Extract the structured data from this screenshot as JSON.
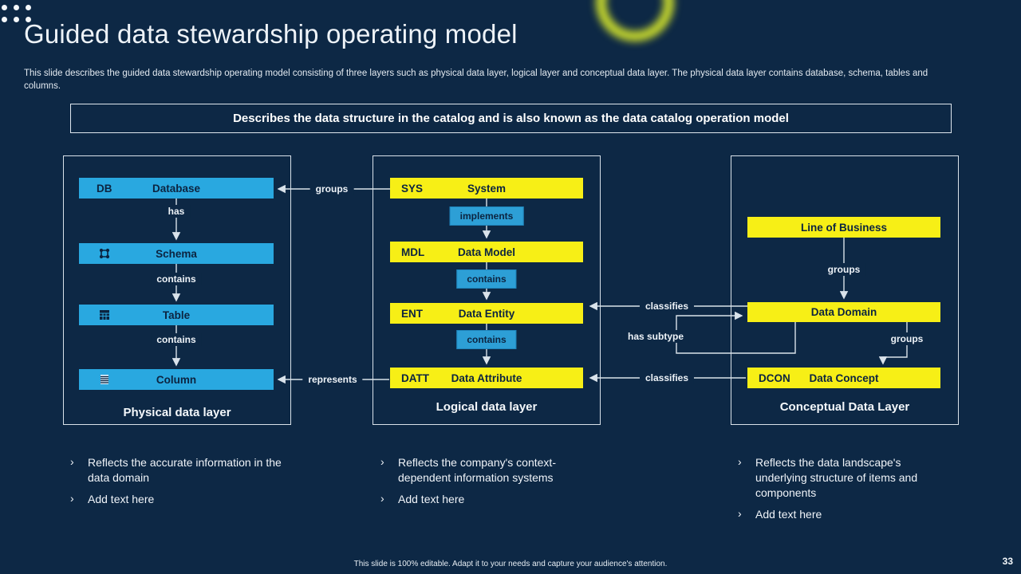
{
  "header": {
    "title": "Guided data stewardship operating model",
    "description": "This slide describes the guided data stewardship operating model consisting of three layers such as physical data layer, logical layer and conceptual data layer. The physical data layer contains database, schema, tables and columns."
  },
  "banner": {
    "text": "Describes the data structure in the catalog and is also known as the data catalog operation model"
  },
  "bullet_marker": "›",
  "panels": [
    {
      "caption": "Physical data layer",
      "boxes": [
        {
          "abbr": "DB",
          "name": "Database"
        },
        {
          "icon": "schema-icon",
          "name": "Schema"
        },
        {
          "icon": "table-icon",
          "name": "Table"
        },
        {
          "icon": "column-icon",
          "name": "Column"
        }
      ],
      "edges": [
        "has",
        "contains",
        "contains"
      ],
      "bullets": [
        "Reflects the accurate information in the data domain",
        "Add text here"
      ]
    },
    {
      "caption": "Logical data layer",
      "boxes": [
        {
          "abbr": "SYS",
          "name": "System"
        },
        {
          "abbr": "MDL",
          "name": "Data Model"
        },
        {
          "abbr": "ENT",
          "name": "Data Entity"
        },
        {
          "abbr": "DATT",
          "name": "Data Attribute"
        }
      ],
      "edges": [
        "implements",
        "contains",
        "contains"
      ],
      "bullets": [
        "Reflects the company's context-dependent information systems",
        "Add text here"
      ]
    },
    {
      "caption": "Conceptual Data Layer",
      "boxes": [
        {
          "name": "Line of Business"
        },
        {
          "name": "Data Domain"
        },
        {
          "abbr": "DCON",
          "name": "Data Concept"
        }
      ],
      "edges": [
        "groups",
        "groups"
      ],
      "bullets": [
        "Reflects the data landscape's underlying structure of items and components",
        "Add text here"
      ]
    }
  ],
  "connectors": {
    "groups": "groups",
    "represents": "represents",
    "classifies_top": "classifies",
    "classifies_bottom": "classifies",
    "has_subtype": "has subtype"
  },
  "footer": {
    "note": "This slide is 100% editable.  Adapt it to your needs and capture your audience's attention.",
    "page_number": "33"
  },
  "colors": {
    "background": "#0d2845",
    "cyan": "#29a8e0",
    "yellow": "#f7ef16",
    "line": "#d9e2ea",
    "ring": "#c8d92d"
  }
}
